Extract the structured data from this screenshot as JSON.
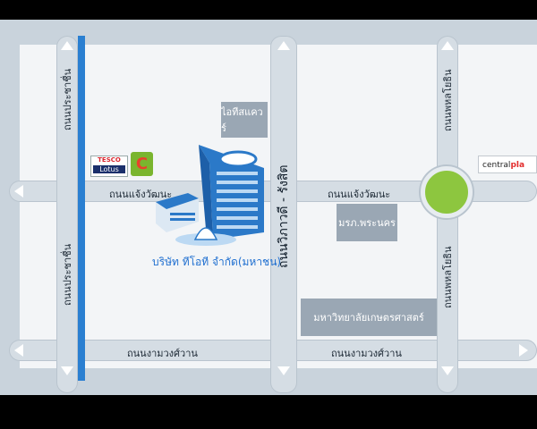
{
  "roads": {
    "prachachuen_top": "ถนนประชาชื่น",
    "prachachuen_bottom": "ถนนประชาชื่น",
    "chaengwattana_left": "ถนนแจ้งวัฒนะ",
    "chaengwattana_right": "ถนนแจ้งวัฒนะ",
    "vibhavadi": "ถนนวิภาวดี - รังสิต",
    "ngamwongwan_left": "ถนนงามวงศ์วาน",
    "ngamwongwan_right": "ถนนงามวงศ์วาน",
    "phahonyothin_top": "ถนนพหลโยธิน",
    "phahonyothin_bottom": "ถนนพหลโยธิน"
  },
  "places": {
    "it_tower": "ไอทีสแควร์",
    "royal_police": "มรภ.พระนคร",
    "university": "มหาวิทยาลัยเกษตรศาสตร์",
    "company": "บริษัท ทีโอที จำกัด(มหาชน)"
  },
  "logos": {
    "tesco_line1": "TESCO",
    "tesco_line2": "Lotus",
    "c_mark": "C",
    "central_text": "central",
    "central_accent": "pla"
  },
  "colors": {
    "rail": "#2a7fd1",
    "circle": "#8dc63f",
    "company_label": "#1f6fd0"
  }
}
